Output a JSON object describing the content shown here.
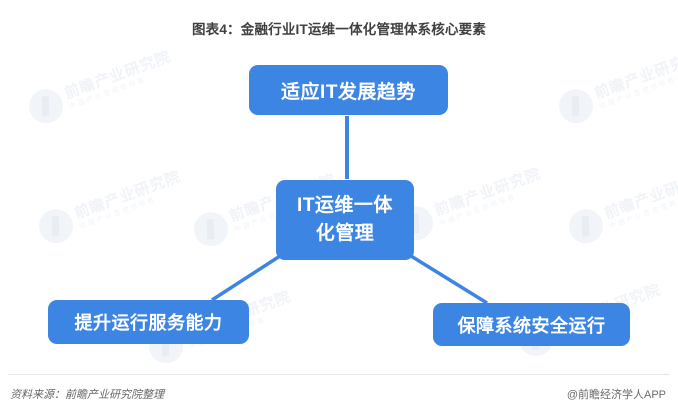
{
  "chart": {
    "title": "图表4：金融行业IT运维一体化管理体系核心要素",
    "type": "diagram",
    "accent_color": "#3d85e2",
    "node_text_color": "#ffffff",
    "background_color": "#ffffff"
  },
  "nodes": {
    "top": {
      "label": "适应IT发展趋势"
    },
    "center": {
      "line1": "IT运维一体",
      "line2": "化管理"
    },
    "bottom_left": {
      "label": "提升运行服务能力"
    },
    "bottom_right": {
      "label": "保障系统安全运行"
    }
  },
  "footer": {
    "source": "资料来源：前瞻产业研究院整理",
    "brand": "@前瞻经济学人APP"
  },
  "watermark": {
    "main": "前瞻产业研究院",
    "sub": "中国产业咨询领导者"
  }
}
